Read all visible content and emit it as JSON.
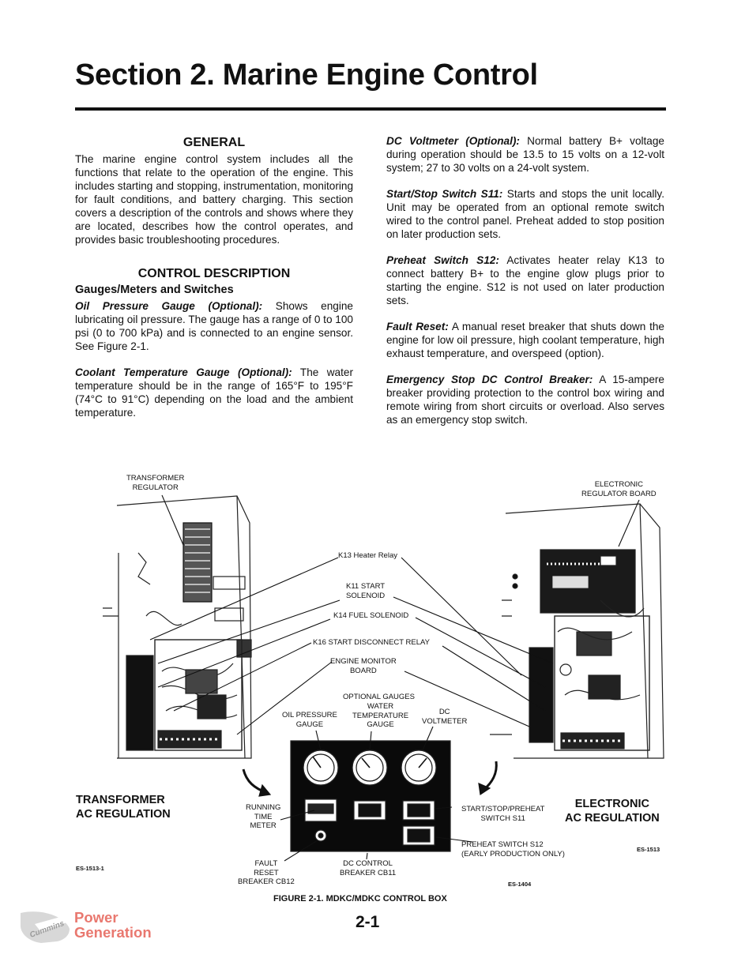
{
  "page": {
    "title": "Section 2. Marine Engine Control",
    "page_number": "2-1"
  },
  "left": {
    "general_heading": "GENERAL",
    "general_text": "The marine engine control system includes all the functions that relate to the operation of the engine. This includes starting and stopping, instrumentation, monitoring for fault conditions, and battery charging. This section covers a description of the controls and shows where they are located, describes how the control operates, and provides basic troubleshooting procedures.",
    "control_heading": "CONTROL DESCRIPTION",
    "subheading": "Gauges/Meters and Switches",
    "oil_lead": "Oil Pressure Gauge (Optional):",
    "oil_text": " Shows engine lubricating oil pressure. The gauge has a range of 0 to 100 psi (0 to 700 kPa) and is connected to an engine sensor. See Figure 2-1.",
    "coolant_lead": "Coolant Temperature Gauge (Optional):",
    "coolant_text": " The water temperature should be in the range of 165°F to 195°F (74°C to 91°C) depending on the load and the ambient temperature."
  },
  "right": {
    "dcv_lead": "DC Voltmeter (Optional):",
    "dcv_text": " Normal battery B+ voltage during operation should be 13.5 to 15 volts on a 12-volt system; 27 to 30 volts on a 24-volt system.",
    "start_lead": "Start/Stop Switch S11:",
    "start_text": " Starts and stops the unit locally. Unit may be operated from an optional remote switch wired to the control panel. Preheat added to stop position on later production sets.",
    "preheat_lead": "Preheat Switch S12:",
    "preheat_text": " Activates heater relay K13 to connect battery B+ to the engine glow plugs prior to starting the engine. S12 is not used on later production sets.",
    "fault_lead": "Fault Reset:",
    "fault_text": " A manual reset breaker that shuts down the engine for low oil pressure, high coolant temperature, high exhaust temperature, and overspeed (option).",
    "estop_lead": "Emergency Stop DC Control Breaker:",
    "estop_text": " A 15-ampere breaker providing protection to the control box wiring and remote wiring from short circuits or overload. Also serves as an emergency stop switch."
  },
  "figure": {
    "transformer_regulator": "TRANSFORMER\nREGULATOR",
    "electronic_regulator_board": "ELECTRONIC\nREGULATOR BOARD",
    "k13": "K13 Heater Relay",
    "k11": "K11 START\nSOLENOID",
    "k14": "K14 FUEL SOLENOID",
    "k16": "K16 START DISCONNECT RELAY",
    "engine_monitor": "ENGINE MONITOR\nBOARD",
    "optional_gauges": "OPTIONAL GAUGES",
    "water_temp": "WATER\nTEMPERATURE\nGAUGE",
    "oil_pressure": "OIL PRESSURE\nGAUGE",
    "dc_voltmeter": "DC\nVOLTMETER",
    "running_time": "RUNNING\nTIME\nMETER",
    "start_stop": "START/STOP/PREHEAT\nSWITCH S11",
    "preheat_switch": "PREHEAT SWITCH S12\n(EARLY PRODUCTION ONLY)",
    "fault_reset": "FAULT\nRESET\nBREAKER CB12",
    "dc_control": "DC CONTROL\nBREAKER CB11",
    "transformer_ac": "TRANSFORMER\nAC REGULATION",
    "electronic_ac": "ELECTRONIC\nAC REGULATION",
    "code_left": "ES-1513-1",
    "code_center": "ES-1404",
    "code_right": "ES-1513",
    "caption": "FIGURE 2-1.   MDKC/MDKC CONTROL BOX"
  },
  "logo": {
    "brand_text": "Power\nGeneration",
    "mark_text": "Cummins",
    "brand_color": "#e9786f"
  }
}
